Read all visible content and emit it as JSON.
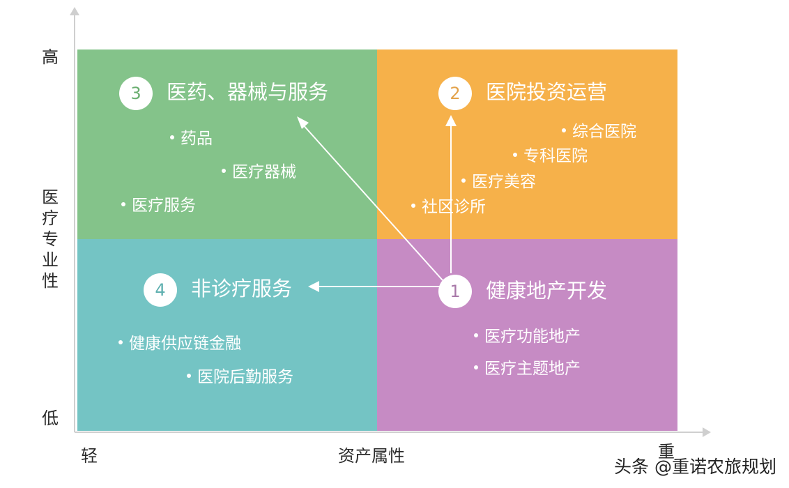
{
  "y_axis": {
    "high": "高",
    "low": "低",
    "title": "医疗专业性"
  },
  "x_axis": {
    "light": "轻",
    "heavy": "重",
    "title": "资产属性"
  },
  "quadrants": {
    "top_left": {
      "number": "3",
      "title": "医药、器械与服务",
      "color": "#84c38a",
      "items": [
        "药品",
        "医疗器械",
        "医疗服务"
      ]
    },
    "top_right": {
      "number": "2",
      "title": "医院投资运营",
      "color": "#f6b14a",
      "items": [
        "综合医院",
        "专科医院",
        "医疗美容",
        "社区诊所"
      ]
    },
    "bottom_left": {
      "number": "4",
      "title": "非诊疗服务",
      "color": "#74c4c4",
      "items": [
        "健康供应链金融",
        "医院后勤服务"
      ]
    },
    "bottom_right": {
      "number": "1",
      "title": "健康地产开发",
      "color": "#c68bc4",
      "items": [
        "医疗功能地产",
        "医疗主题地产"
      ]
    }
  },
  "watermark": "头条 @重诺农旅规划",
  "arrow_icons": [
    "arrow-up-icon",
    "arrow-left-icon",
    "arrow-diagonal-icon"
  ]
}
